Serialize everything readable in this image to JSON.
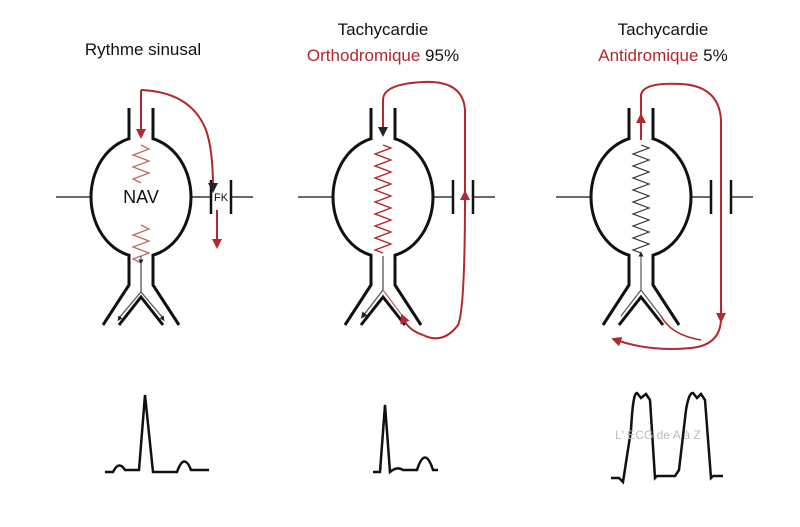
{
  "panels": [
    {
      "title": "Rythme sinusal",
      "node_label": "NAV",
      "pathway_label": "FK"
    },
    {
      "title": "Tachycardie",
      "subtitle_red": "Orthodromique",
      "subtitle_pct": "95%"
    },
    {
      "title": "Tachycardie",
      "subtitle_red": "Antidromique",
      "subtitle_pct": "5%"
    }
  ],
  "watermark": "L' ECG de A à Z",
  "colors": {
    "accent": "#b3282d",
    "stroke": "#111111"
  }
}
